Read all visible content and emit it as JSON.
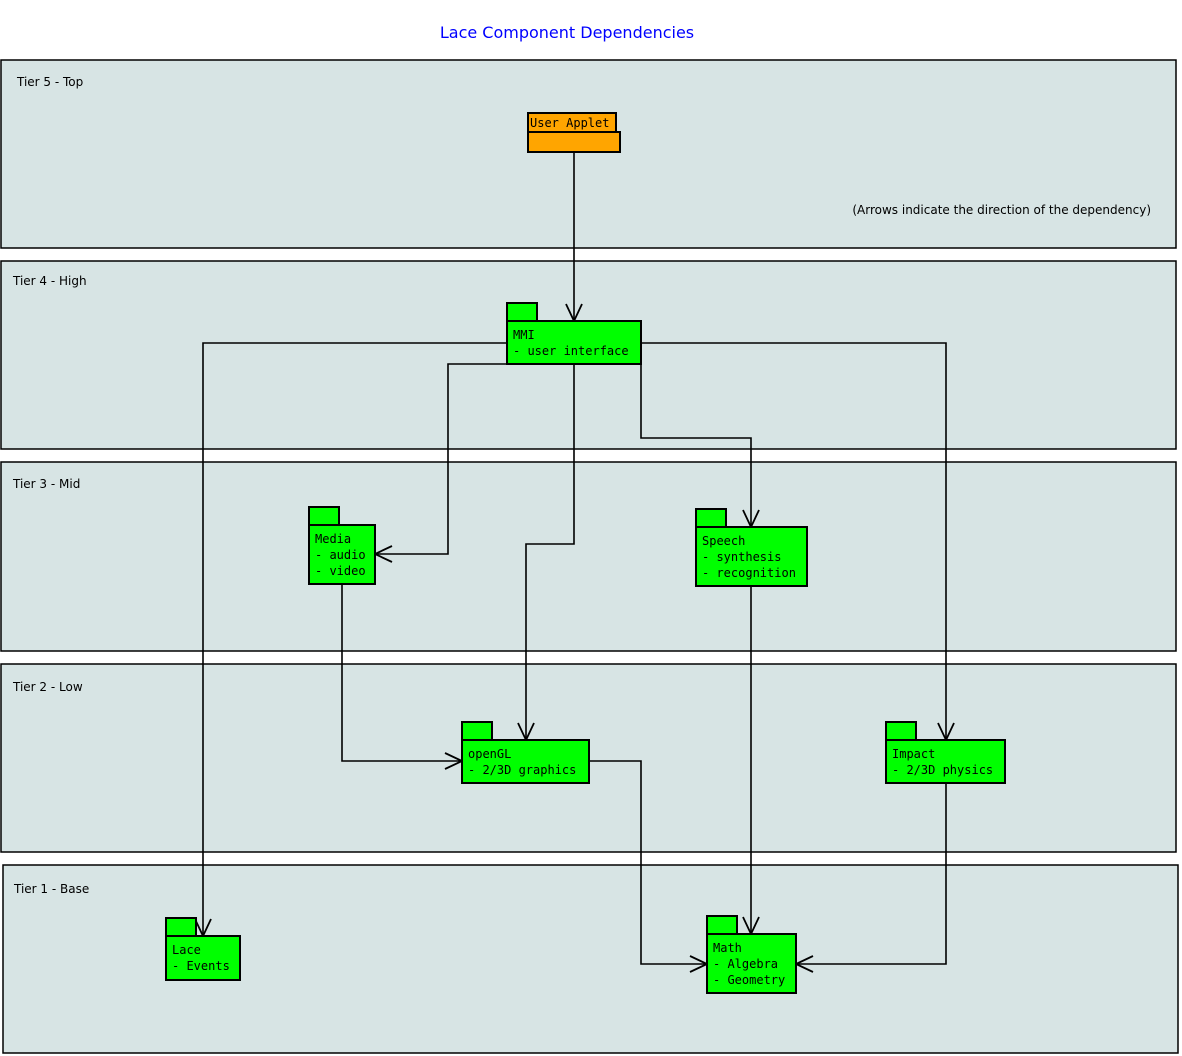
{
  "title": "Lace Component Dependencies",
  "note": "(Arrows indicate the direction of the dependency)",
  "colors": {
    "tier_fill": "#d7e4e4",
    "package_green": "#00ff00",
    "package_orange": "#ffa500",
    "title": "#0000ff"
  },
  "tiers": [
    {
      "label": "Tier 5 - Top"
    },
    {
      "label": "Tier 4 - High"
    },
    {
      "label": "Tier 3 - Mid"
    },
    {
      "label": "Tier 2 - Low"
    },
    {
      "label": "Tier 1 - Base"
    }
  ],
  "packages": {
    "user_applet": {
      "lines": [
        "User Applet"
      ],
      "color": "#ffa500"
    },
    "mmi": {
      "lines": [
        "MMI",
        "- user interface"
      ],
      "color": "#00ff00"
    },
    "media": {
      "lines": [
        "Media",
        "- audio",
        "- video"
      ],
      "color": "#00ff00"
    },
    "speech": {
      "lines": [
        "Speech",
        "- synthesis",
        "- recognition"
      ],
      "color": "#00ff00"
    },
    "opengl": {
      "lines": [
        "openGL",
        "- 2/3D graphics"
      ],
      "color": "#00ff00"
    },
    "impact": {
      "lines": [
        "Impact",
        "- 2/3D physics"
      ],
      "color": "#00ff00"
    },
    "lace": {
      "lines": [
        "Lace",
        "- Events"
      ],
      "color": "#00ff00"
    },
    "math": {
      "lines": [
        "Math",
        "- Algebra",
        "- Geometry"
      ],
      "color": "#00ff00"
    }
  },
  "dependencies": [
    {
      "from": "user_applet",
      "to": "mmi"
    },
    {
      "from": "mmi",
      "to": "lace"
    },
    {
      "from": "mmi",
      "to": "media"
    },
    {
      "from": "mmi",
      "to": "opengl"
    },
    {
      "from": "mmi",
      "to": "speech"
    },
    {
      "from": "mmi",
      "to": "impact"
    },
    {
      "from": "media",
      "to": "opengl"
    },
    {
      "from": "opengl",
      "to": "math"
    },
    {
      "from": "speech",
      "to": "math"
    },
    {
      "from": "impact",
      "to": "math"
    }
  ]
}
